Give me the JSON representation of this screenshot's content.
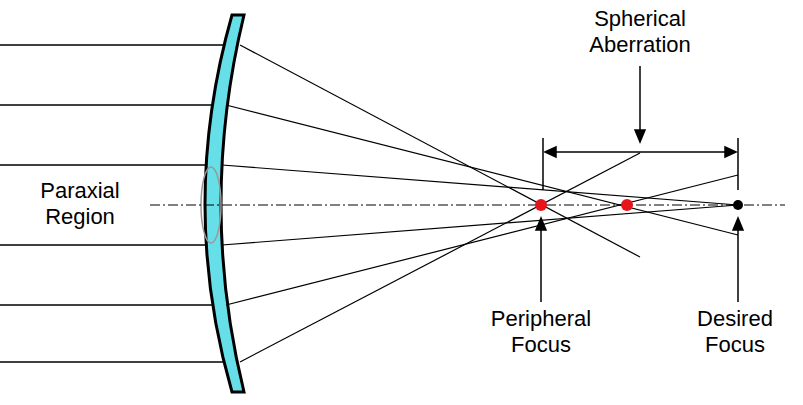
{
  "diagram": {
    "labels": [
      "Spherical Aberration",
      "Paraxial Region",
      "Peripheral Focus",
      "Desired Focus"
    ]
  }
}
